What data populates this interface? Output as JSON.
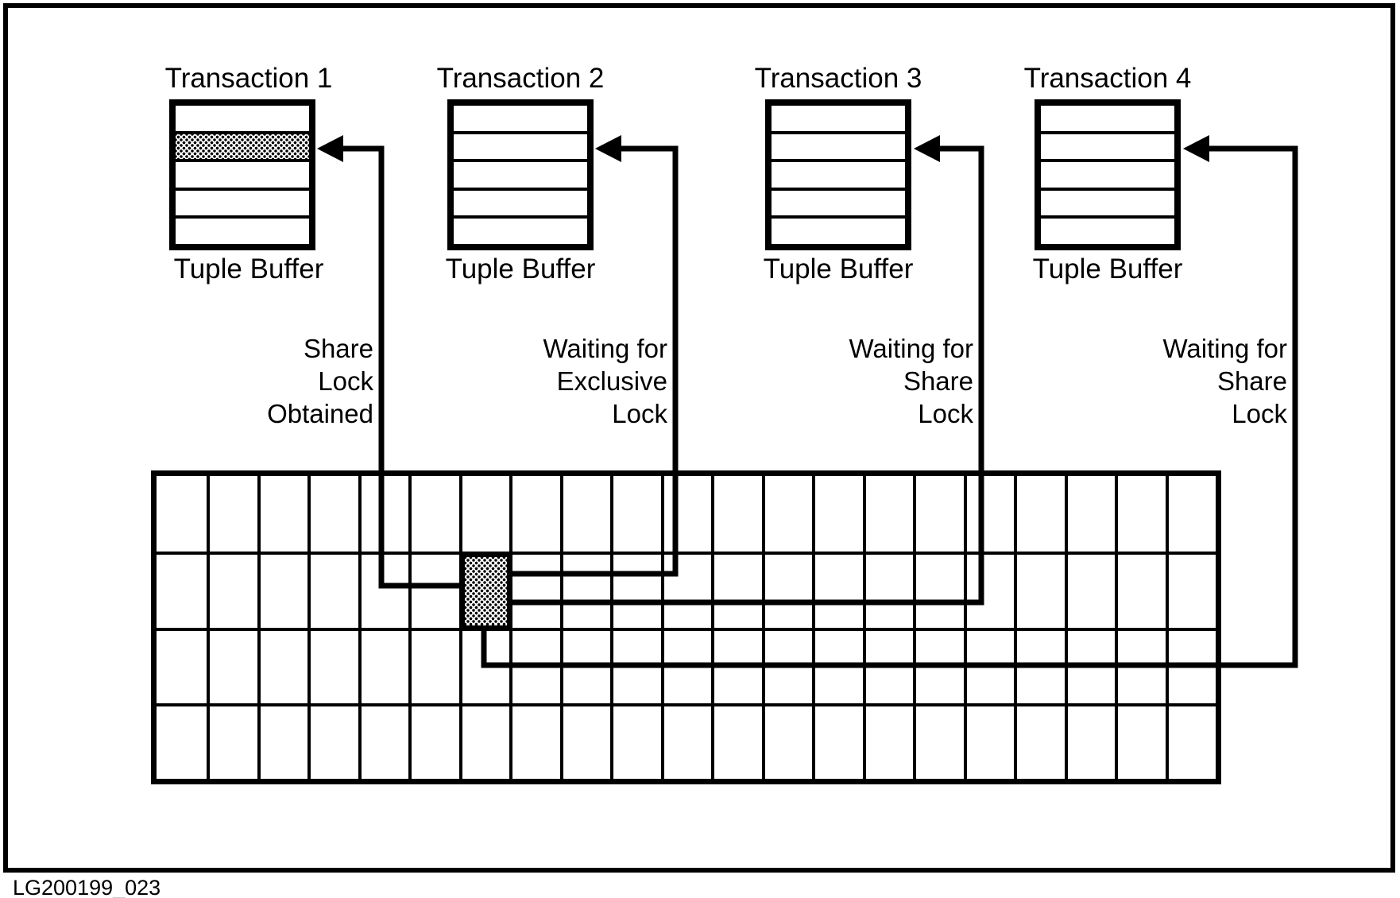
{
  "figure": {
    "caption": "LG200199_023",
    "colors": {
      "ink": "#000000",
      "paper": "#ffffff"
    }
  },
  "transactions": [
    {
      "title": "Transaction 1",
      "buffer_label": "Tuple Buffer",
      "rows": 5,
      "shaded_row": 2,
      "lock_status": {
        "lines": [
          "Share",
          "Lock",
          "Obtained"
        ]
      }
    },
    {
      "title": "Transaction 2",
      "buffer_label": "Tuple Buffer",
      "rows": 5,
      "shaded_row": null,
      "lock_status": {
        "lines": [
          "Waiting for",
          "Exclusive",
          "Lock"
        ]
      }
    },
    {
      "title": "Transaction 3",
      "buffer_label": "Tuple Buffer",
      "rows": 5,
      "shaded_row": null,
      "lock_status": {
        "lines": [
          "Waiting for",
          "Share",
          "Lock"
        ]
      }
    },
    {
      "title": "Transaction 4",
      "buffer_label": "Tuple Buffer",
      "rows": 5,
      "shaded_row": null,
      "lock_status": {
        "lines": [
          "Waiting for",
          "Share",
          "Lock"
        ]
      }
    }
  ],
  "grid": {
    "columns": 21,
    "rows": 4,
    "locked_cell": {
      "row": 2,
      "column": 7
    }
  }
}
